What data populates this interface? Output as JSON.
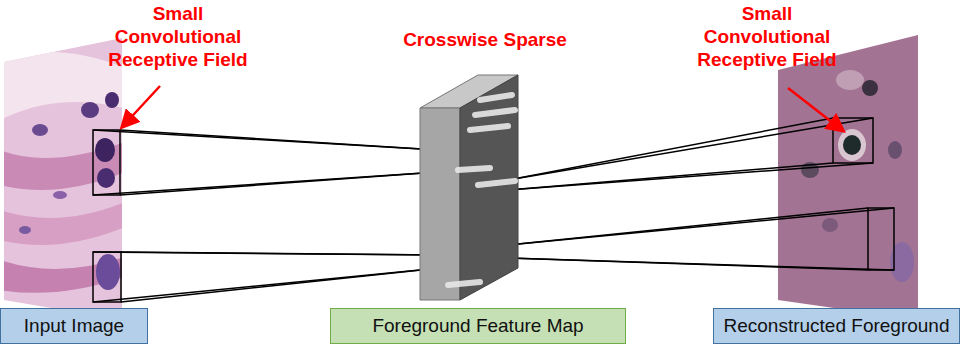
{
  "diagram": {
    "nodes": [
      {
        "text": [
          "Input Image"
        ]
      },
      {
        "text": [
          "Foreground Feature Map"
        ]
      },
      {
        "text": [
          "Reconstructed Foreground"
        ]
      }
    ],
    "labels": [
      "Small Convolutional Receptive Field",
      "Crosswise Sparse",
      "Small Convolutional Receptive Field"
    ]
  }
}
